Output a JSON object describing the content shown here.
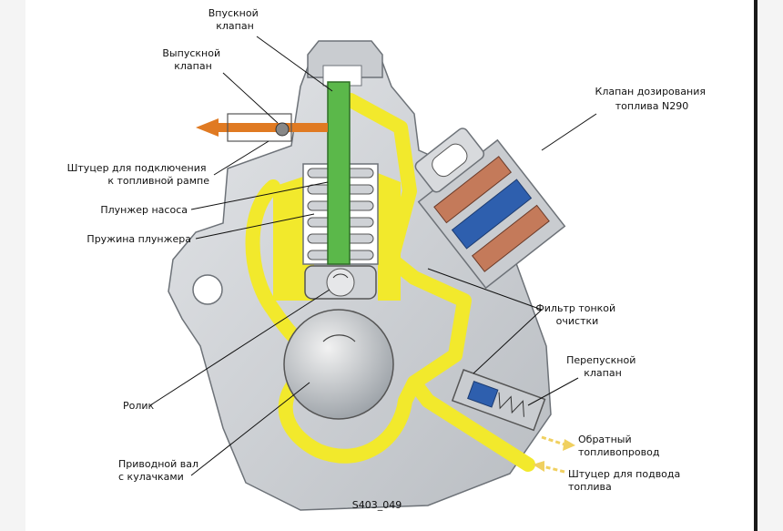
{
  "labels": {
    "inlet_valve": [
      "Впускной",
      "клапан"
    ],
    "outlet_valve": [
      "Выпускной",
      "клапан"
    ],
    "metering_valve": [
      "Клапан дозирования",
      "топлива N290"
    ],
    "rail_fitting": [
      "Штуцер для подключения",
      "к топливной рампе"
    ],
    "pump_plunger": [
      "Плунжер насоса"
    ],
    "plunger_spring": [
      "Пружина плунжера"
    ],
    "fine_filter": [
      "Фильтр тонкой",
      "очистки"
    ],
    "bypass_valve": [
      "Перепускной",
      "клапан"
    ],
    "roller": [
      "Ролик"
    ],
    "return_line": [
      "Обратный",
      "топливопровод"
    ],
    "drive_shaft": [
      "Приводной вал",
      "с кулачками"
    ],
    "supply_fitting": [
      "Штуцер для подвода",
      "топлива"
    ]
  },
  "figure_code": "S403_049",
  "colors": {
    "background": "#ffffff",
    "frame": "#f4f4f4",
    "housing": "#d3d6da",
    "housing_edge": "#6d7278",
    "fuel_low": "#f2e92c",
    "fuel_high": "#e07a22",
    "plunger": "#5bb84a",
    "coil": "#c47a5a",
    "metering_blue": "#2e5fae",
    "arrow_supply": "#f0d060"
  }
}
